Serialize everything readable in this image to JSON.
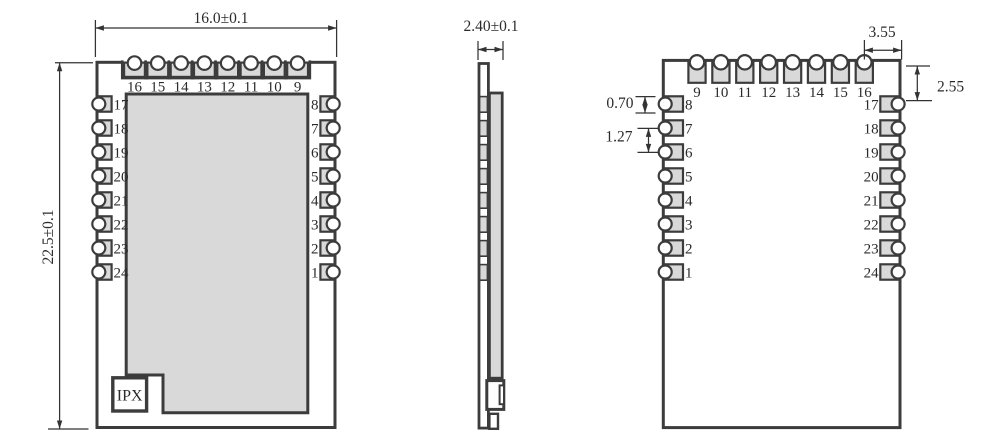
{
  "drawing": {
    "views": {
      "front": {
        "dim_width": "16.0±0.1",
        "dim_height": "22.5±0.1",
        "top_pins": [
          "16",
          "15",
          "14",
          "13",
          "12",
          "11",
          "10",
          "9"
        ],
        "left_pins": [
          "17",
          "18",
          "19",
          "20",
          "21",
          "22",
          "23",
          "24"
        ],
        "right_pins": [
          "8",
          "7",
          "6",
          "5",
          "4",
          "3",
          "2",
          "1"
        ],
        "antenna_label": "IPX"
      },
      "side": {
        "dim_thickness": "2.40±0.1"
      },
      "back": {
        "dim_pad_inset": "3.55",
        "dim_top_clearance": "2.55",
        "dim_pad_width": "0.70",
        "dim_pad_pitch": "1.27",
        "top_pins": [
          "9",
          "10",
          "11",
          "12",
          "13",
          "14",
          "15",
          "16"
        ],
        "left_pins": [
          "8",
          "7",
          "6",
          "5",
          "4",
          "3",
          "2",
          "1"
        ],
        "right_pins": [
          "17",
          "18",
          "19",
          "20",
          "21",
          "22",
          "23",
          "24"
        ]
      }
    },
    "colors": {
      "outline": "#3c3c3c",
      "pad_fill": "#d9d9d9",
      "dim_line": "#333333",
      "background": "#ffffff"
    }
  }
}
